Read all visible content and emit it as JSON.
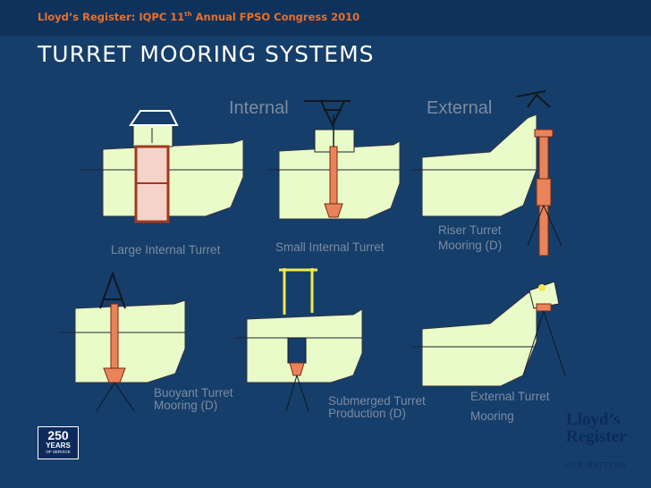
{
  "header": {
    "conference_prefix": "Lloyd’s Register: IQPC 11",
    "conference_sup": "th",
    "conference_suffix": " Annual FPSO Congress 2010",
    "title": "TURRET MOORING SYSTEMS"
  },
  "sections": {
    "internal": "Internal",
    "external": "External"
  },
  "diagrams": [
    {
      "label_lines": [
        "Large Internal Turret"
      ]
    },
    {
      "label_lines": [
        "Small Internal Turret"
      ]
    },
    {
      "label_lines": [
        "Riser Turret",
        "Mooring (D)"
      ]
    },
    {
      "label_lines": [
        "Buoyant Turret",
        "Mooring (D)"
      ]
    },
    {
      "label_lines": [
        "Submerged Turret",
        "Production (D)"
      ]
    },
    {
      "label_lines": [
        "External Turret",
        "Mooring"
      ]
    }
  ],
  "badge": {
    "number": "250",
    "years": "YEARS",
    "service": "OF SERVICE"
  },
  "brand": {
    "logo_line1": "Lloyd’s",
    "logo_line2": "Register",
    "tagline": "LIFE MATTERS"
  },
  "colors": {
    "panel": "#153e6b",
    "hull": "#e8fbc8",
    "turret": "#e8835a",
    "header_orange": "#e8702a",
    "label_grey": "#7c8ba0",
    "brand_navy": "#0e2a5a"
  }
}
